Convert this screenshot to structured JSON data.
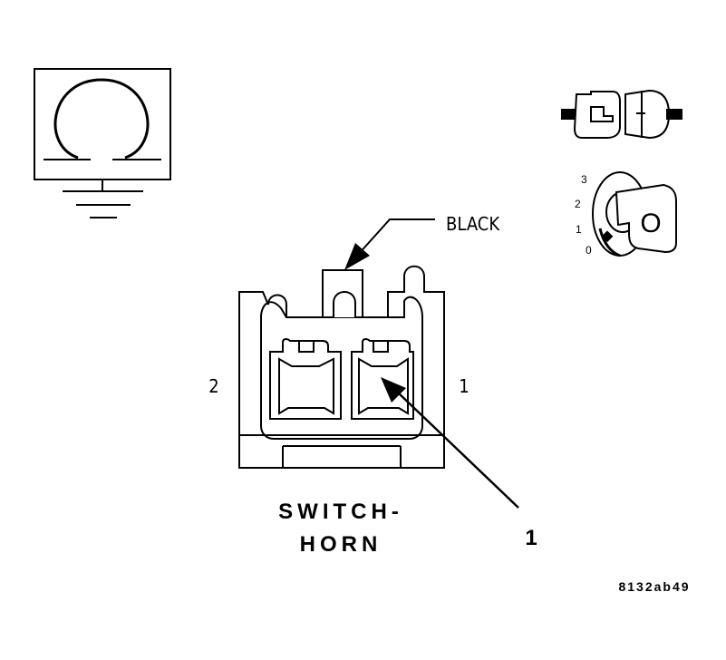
{
  "diagram": {
    "connector_color_label": "BLACK",
    "pin_left_label": "2",
    "pin_right_label": "1",
    "callout_label": "1",
    "component_title_line1": "SWITCH-",
    "component_title_line2": "HORN",
    "figure_id": "8132ab49",
    "ignition_positions": [
      "3",
      "2",
      "1",
      "0"
    ],
    "key_symbol": "O",
    "icons": {
      "ohmmeter": "ohmmeter-ground-icon",
      "connector": "disconnected-connector-icon",
      "ignition": "ignition-key-off-icon"
    }
  }
}
